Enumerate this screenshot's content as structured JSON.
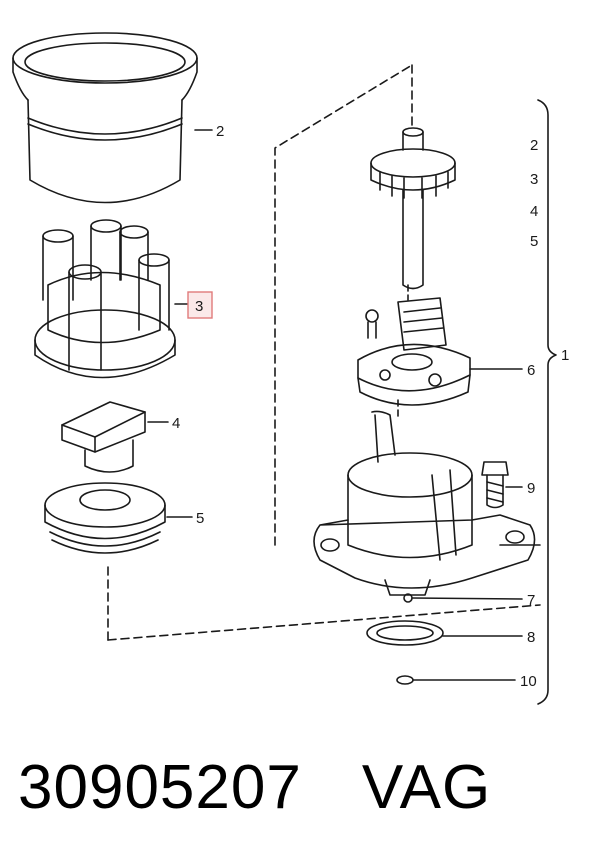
{
  "callouts": {
    "left_2": "2",
    "left_3": "3",
    "left_4": "4",
    "left_5": "5",
    "right_2": "2",
    "right_3": "3",
    "right_4": "4",
    "right_5": "5",
    "right_6": "6",
    "right_1": "1",
    "right_9": "9",
    "right_7": "7",
    "right_8": "8",
    "right_10": "10"
  },
  "highlight_color": "#e07a7a",
  "caption": {
    "part_number": "30905207",
    "brand": "VAG"
  }
}
